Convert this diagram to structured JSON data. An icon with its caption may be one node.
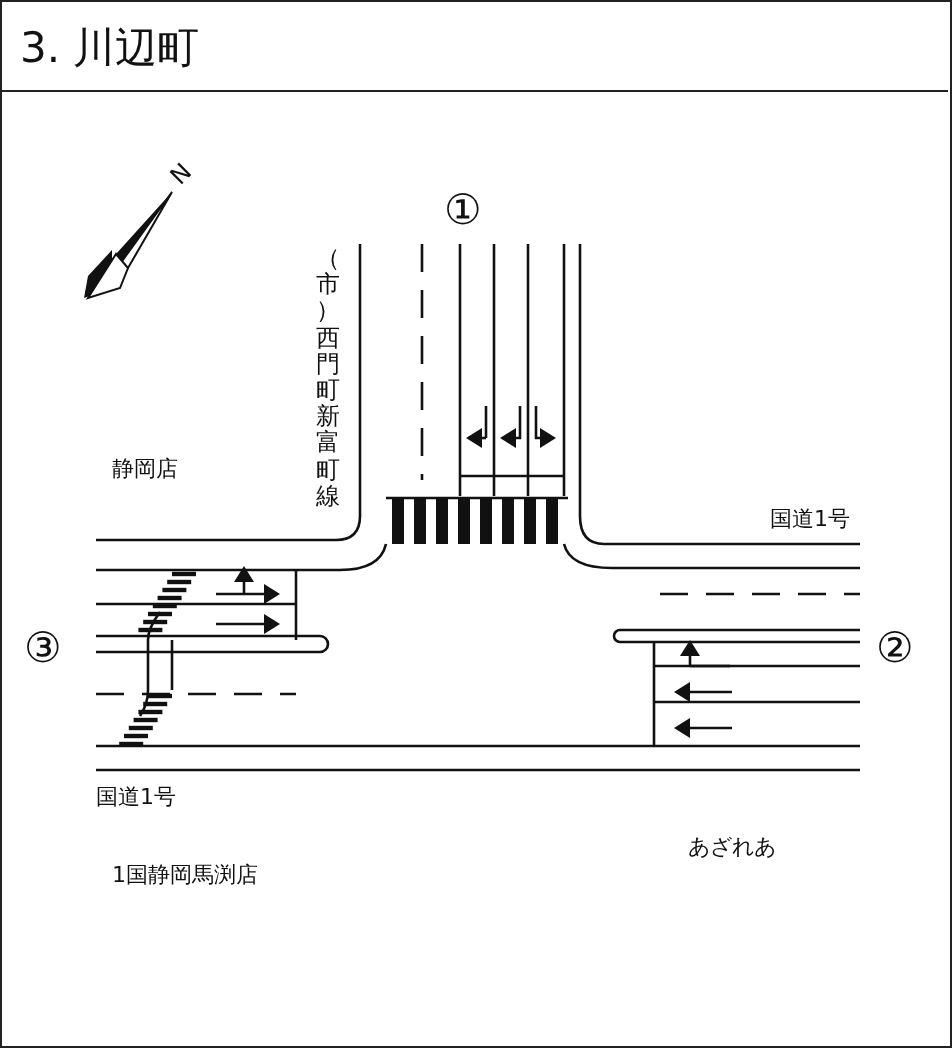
{
  "diagram": {
    "title": "3. 川辺町",
    "labels": [
      "N",
      "①",
      "（市）西門町新富町線",
      "静岡店",
      "国道1号",
      "③",
      "②",
      "国道1号",
      "1国静岡馬渕店",
      "あざれあ"
    ]
  }
}
